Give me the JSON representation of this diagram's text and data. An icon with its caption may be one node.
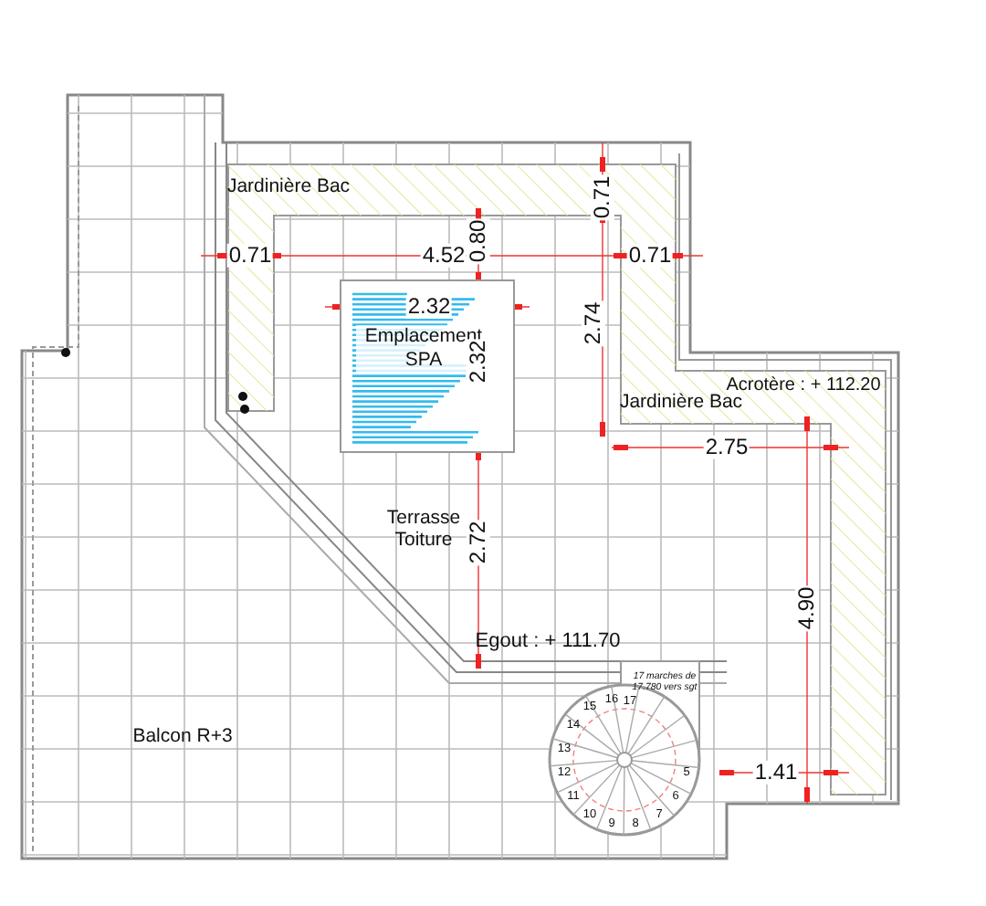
{
  "diagram": {
    "nodes": [
      {
        "text": [
          "Emplacement SPA"
        ]
      }
    ],
    "labels": [
      "Jardinière Bac",
      "0.71",
      "0.71",
      "4.52",
      "0.80",
      "0.71",
      "2.32",
      "2.32",
      "2.74",
      "Acrotère : + 112.20",
      "Jardinière Bac",
      "2.75",
      "Terrasse Toiture",
      "2.72",
      "4.90",
      "Egout : + 111.70",
      "17 marches de 17.780 vers sgt",
      "15",
      "16",
      "17",
      "14",
      "13",
      "12",
      "11",
      "10",
      "9",
      "8",
      "7",
      "6",
      "5",
      "Balcon R+3",
      "1.41"
    ]
  }
}
